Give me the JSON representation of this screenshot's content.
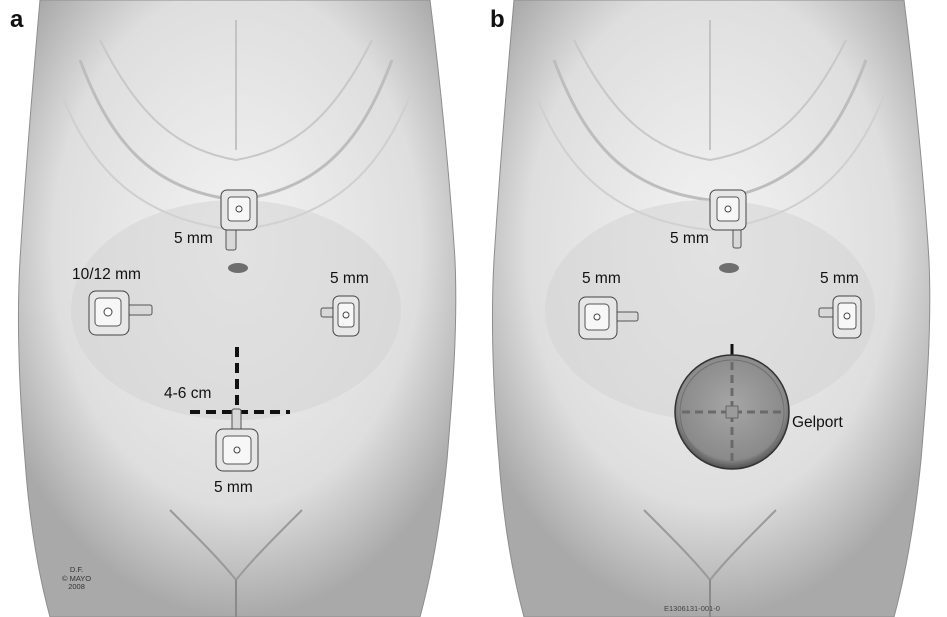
{
  "panel_a": {
    "letter": "a",
    "ports": [
      {
        "label": "5 mm"
      },
      {
        "label": "10/12 mm"
      },
      {
        "label": "5 mm"
      },
      {
        "label": "5 mm"
      }
    ],
    "incision_label": "4-6 cm",
    "credit": {
      "line1": "D.F.",
      "line2": "© MAYO",
      "line3": "2008"
    }
  },
  "panel_b": {
    "letter": "b",
    "ports": [
      {
        "label": "5 mm"
      },
      {
        "label": "5 mm"
      },
      {
        "label": "5 mm"
      }
    ],
    "device_label": "Gelport",
    "figure_code": "E1306131-001-0"
  },
  "colors": {
    "skin_light": "#f2f2f2",
    "skin_shadow": "#9a9a9a",
    "port_body": "#e6e6e6",
    "incision": "#111111",
    "gelport": "#8a8a8a"
  }
}
